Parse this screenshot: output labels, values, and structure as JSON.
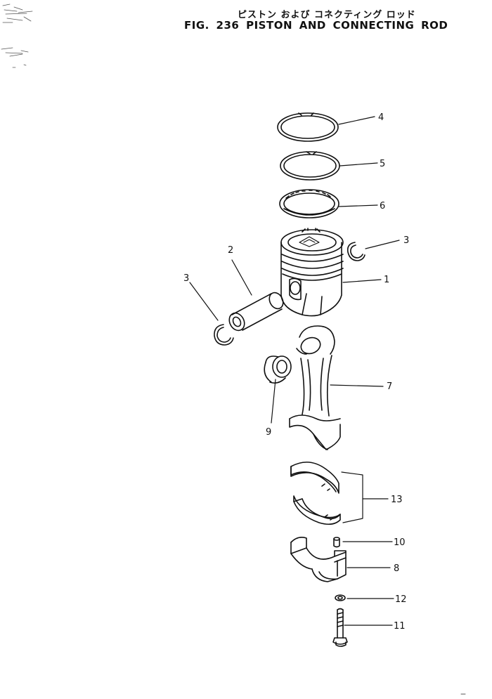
{
  "figure": {
    "title_jp": "ピストン および コネクティング ロッド",
    "title_en": "FIG. 236  PISTON AND CONNECTING ROD"
  },
  "callouts": {
    "c1": "1",
    "c2": "2",
    "c3a": "3",
    "c3b": "3",
    "c4": "4",
    "c5": "5",
    "c6": "6",
    "c7": "7",
    "c8": "8",
    "c9": "9",
    "c10": "10",
    "c11": "11",
    "c12": "12",
    "c13": "13"
  }
}
